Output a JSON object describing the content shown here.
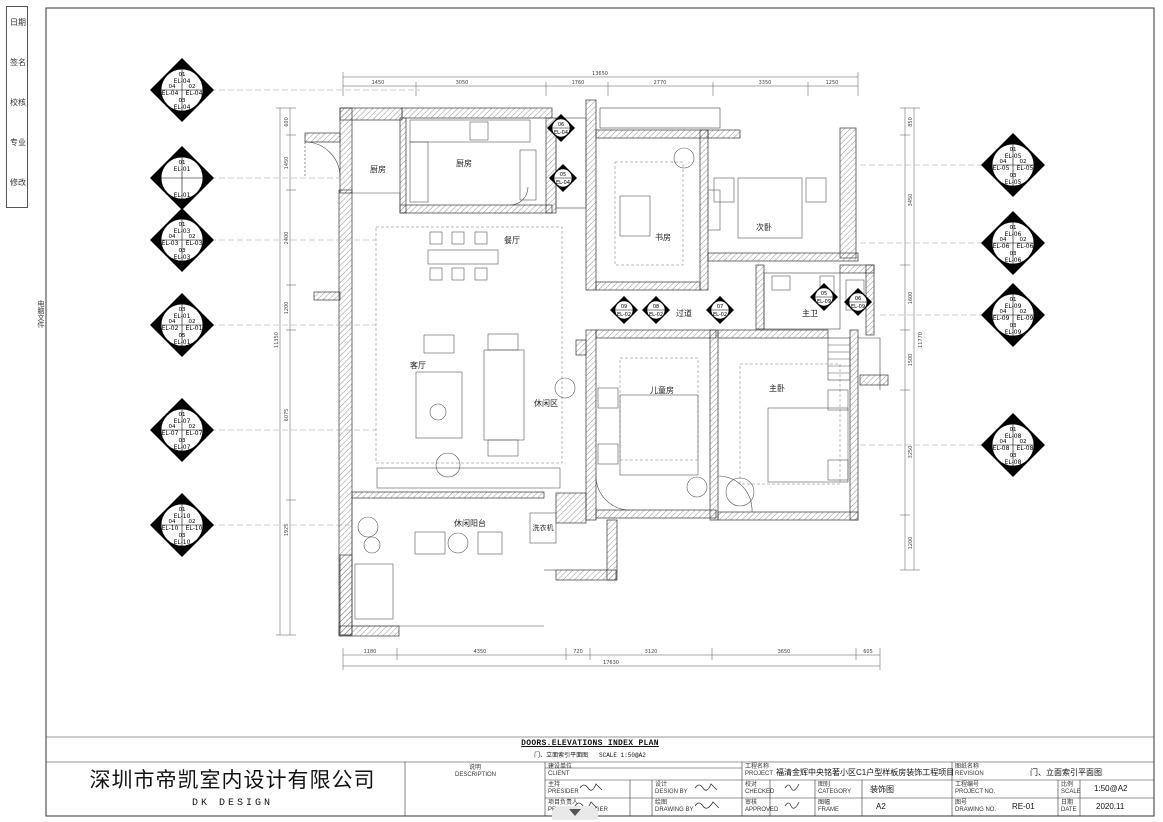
{
  "margin": {
    "revision_labels": [
      "日期",
      "签名",
      "校核",
      "专业",
      "修改"
    ],
    "file_label": "电脑文件"
  },
  "dimensions": {
    "top_total": "13650",
    "top_segments": [
      "1450",
      "3050",
      "1760",
      "2770",
      "3350",
      "1250"
    ],
    "bottom_total": "17630",
    "bottom_segments": [
      "1180",
      "4350",
      "720",
      "3120",
      "3650",
      "605"
    ],
    "left_segments": [
      "600",
      "1450",
      "2400",
      "1200",
      "6075",
      "1925"
    ],
    "left_total": "11350",
    "right_segments": [
      "850",
      "3450",
      "1600",
      "1500",
      "3250",
      "1200"
    ],
    "right_total": "11770"
  },
  "rooms": {
    "kitchen_left": "厨房",
    "kitchen": "厨房",
    "dining": "餐厅",
    "study": "书房",
    "second_bedroom": "次卧",
    "corridor": "过道",
    "master_bath": "主卫",
    "living": "客厅",
    "leisure": "休闲区",
    "kids_room": "儿童房",
    "master_bedroom": "主卧",
    "balcony": "休闲阳台",
    "washer": "洗衣机"
  },
  "markers_left": [
    {
      "t": "01",
      "l": "04",
      "r": "02",
      "b": "03",
      "ct": "EL-04",
      "cl": "EL-04",
      "cr": "EL-04",
      "cb": "EL-04"
    },
    {
      "t": "01",
      "l": "",
      "r": "",
      "b": "",
      "ct": "EL-01",
      "cl": "",
      "cr": "",
      "cb": "EL-01"
    },
    {
      "t": "01",
      "l": "04",
      "r": "02",
      "b": "03",
      "ct": "EL-03",
      "cl": "EL-03",
      "cr": "EL-03",
      "cb": "EL-03"
    },
    {
      "t": "03",
      "l": "04",
      "r": "02",
      "b": "05",
      "ct": "EL-01",
      "cl": "EL-02",
      "cr": "EL-01",
      "cb": "EL-01"
    },
    {
      "t": "01",
      "l": "04",
      "r": "02",
      "b": "03",
      "ct": "EL-07",
      "cl": "EL-07",
      "cr": "EL-07",
      "cb": "EL-07"
    },
    {
      "t": "01",
      "l": "04",
      "r": "02",
      "b": "03",
      "ct": "EL-10",
      "cl": "EL-10",
      "cr": "EL-10",
      "cb": "EL-10"
    }
  ],
  "markers_right": [
    {
      "t": "01",
      "l": "04",
      "r": "02",
      "b": "03",
      "ct": "EL-05",
      "cl": "EL-05",
      "cr": "EL-05",
      "cb": "EL-05"
    },
    {
      "t": "01",
      "l": "04",
      "r": "02",
      "b": "03",
      "ct": "EL-06",
      "cl": "EL-06",
      "cr": "EL-06",
      "cb": "EL-06"
    },
    {
      "t": "01",
      "l": "04",
      "r": "02",
      "b": "03",
      "ct": "EL-09",
      "cl": "EL-09",
      "cr": "EL-09",
      "cb": "EL-09"
    },
    {
      "t": "01",
      "l": "04",
      "r": "02",
      "b": "03",
      "ct": "EL-08",
      "cl": "EL-08",
      "cr": "EL-08",
      "cb": "EL-08"
    }
  ],
  "small_markers": [
    {
      "n": "06",
      "c": "EL-04"
    },
    {
      "n": "05",
      "c": "EL-04"
    },
    {
      "n": "09",
      "c": "EL-02"
    },
    {
      "n": "08",
      "c": "EL-02"
    },
    {
      "n": "07",
      "c": "EL-02"
    },
    {
      "n": "05",
      "c": "EL-09"
    },
    {
      "n": "06",
      "c": "EL-09"
    }
  ],
  "title_block": {
    "title_en": "DOORS.ELEVATIONS INDEX PLAN",
    "title_cn": "门、立面索引平面图",
    "scale_note": "SCALE 1:50@A2",
    "company_cn": "深圳市帝凯室内设计有限公司",
    "company_en": "DK  DESIGN",
    "description_label": "说明\nDESCRIPTION",
    "client_label": "建设单位\nCLIENT",
    "presider_label": "主持\nPRESIDER",
    "design_label": "设计\nDESIGN BY",
    "pm_label": "项目负责人\nPROJECT MANAGER",
    "drawing_label": "绘图\nDRAWING BY",
    "project_label": "工程名称\nPROJECT",
    "project_name": "福清金辉中央铭著小区C1户型样板房装饰工程项目",
    "checked_label": "校对\nCHECKED",
    "approved_label": "审核\nAPPROVED",
    "category_label": "图别\nCATEGORY",
    "category_value": "装饰图",
    "frame_label": "图幅\nFRAME",
    "frame_value": "A2",
    "revision_label": "图纸名称\nREVISION",
    "revision_value": "门、立面索引平面图",
    "project_no_label": "工程编号\nPROJECT NO.",
    "drawing_no_label": "图号\nDRAWING NO.",
    "drawing_no_value": "RE-01",
    "scale_label": "比例\nSCALE",
    "scale_value": "1:50@A2",
    "date_label": "日期\nDATE",
    "date_value": "2020.11"
  }
}
